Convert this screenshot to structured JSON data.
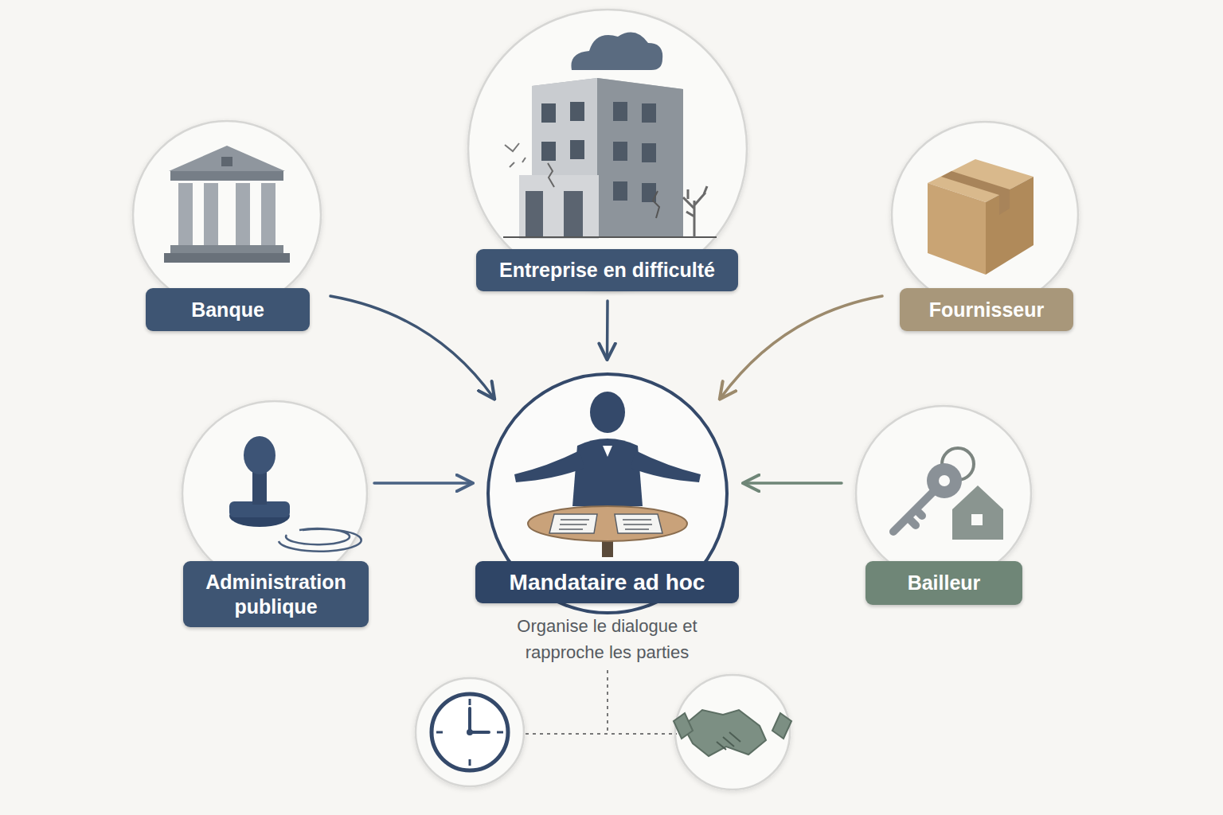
{
  "diagram": {
    "nodes": [
      {
        "text": [
          "Entreprise en difficulté"
        ]
      },
      {
        "text": [
          "Banque"
        ]
      },
      {
        "text": [
          "Fournisseur"
        ]
      },
      {
        "text": [
          "Administration publique"
        ]
      },
      {
        "text": [
          "Mandataire ad hoc",
          "Organise le dialogue et rapproche les parties"
        ]
      },
      {
        "text": [
          "Bailleur"
        ]
      }
    ],
    "edges": [
      {
        "from": 0,
        "to": 4,
        "arrow": "to"
      },
      {
        "from": 1,
        "to": 4,
        "arrow": "to"
      },
      {
        "from": 2,
        "to": 4,
        "arrow": "to"
      },
      {
        "from": 3,
        "to": 4,
        "arrow": "to"
      },
      {
        "from": 5,
        "to": 4,
        "arrow": "to"
      }
    ]
  }
}
